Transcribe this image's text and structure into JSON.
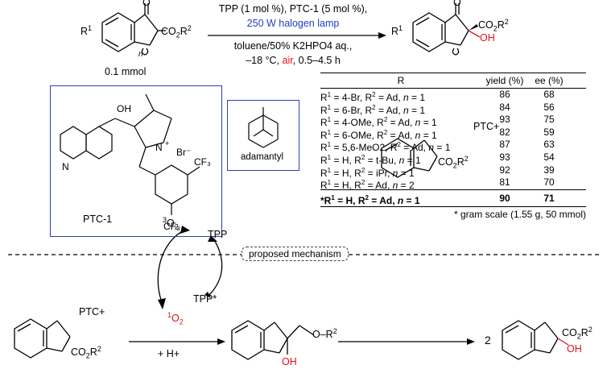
{
  "reaction": {
    "reactant_label": "0.1 mmol",
    "condition_line1": "TPP (1 mol %), PTC-1 (5 mol %),",
    "condition_lamp": "250 W halogen lamp",
    "condition_line3": "toluene/50% K2HPO4 aq.,",
    "condition_line4_pre": "–18 °C, ",
    "condition_line4_air": "air",
    "condition_line4_post": ", 0.5–4.5 h"
  },
  "catalyst": {
    "name": "PTC-1",
    "counterion": "Br−"
  },
  "adamantyl": {
    "label": "adamantyl"
  },
  "table": {
    "headers": [
      "R",
      "yield (%)",
      "ee (%)"
    ],
    "rows": [
      {
        "r1": "4-Br",
        "r2": "Ad",
        "n": "1",
        "yield": "86",
        "ee": "68"
      },
      {
        "r1": "6-Br",
        "r2": "Ad",
        "n": "1",
        "yield": "84",
        "ee": "56"
      },
      {
        "r1": "4-OMe",
        "r2": "Ad",
        "n": "1",
        "yield": "93",
        "ee": "75"
      },
      {
        "r1": "6-OMe",
        "r2": "Ad",
        "n": "1",
        "yield": "82",
        "ee": "59"
      },
      {
        "r1": "5,6-MeO2",
        "r2": "Ad",
        "n": "1",
        "yield": "87",
        "ee": "63"
      },
      {
        "r1": "H",
        "r2": "t-Bu",
        "n": "1",
        "yield": "93",
        "ee": "54"
      },
      {
        "r1": "H",
        "r2": "iPr",
        "n": "1",
        "yield": "92",
        "ee": "39"
      },
      {
        "r1": "H",
        "r2": "Ad",
        "n": "2",
        "yield": "81",
        "ee": "70"
      }
    ],
    "highlight": {
      "r1": "H",
      "r2": "Ad",
      "n": "1",
      "yield": "90",
      "ee": "71"
    },
    "footnote": "* gram scale (1.55 g, 50 mmol)"
  },
  "mechanism": {
    "title": "proposed mechanism",
    "o2_triplet": "3O2",
    "tpp": "TPP",
    "tpp_star": "TPP*",
    "o2_singlet": "1O2",
    "plus_h": "+ H+",
    "ptc_plus": "PTC+",
    "coefficient": "2"
  },
  "colors": {
    "accent_blue": "#1f3fbf",
    "accent_red": "#e0101a",
    "box_border": "#2a3fb8"
  }
}
